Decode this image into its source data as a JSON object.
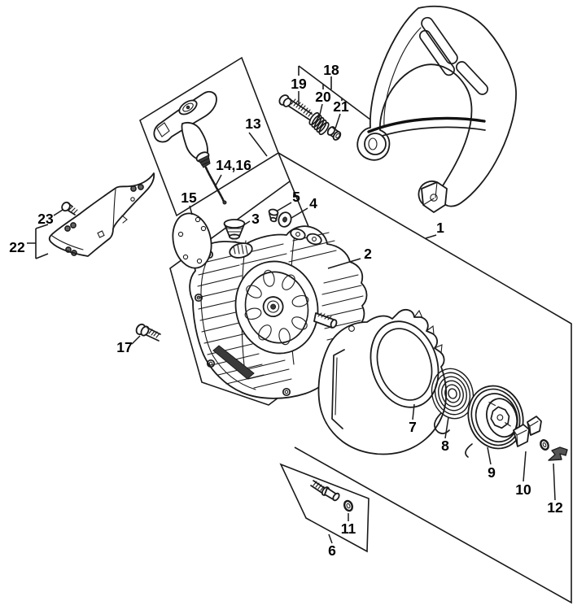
{
  "figure": {
    "kind": "exploded-parts-diagram",
    "background_color": "#ffffff",
    "line_color": "#1a1a1a",
    "text_color": "#000000"
  },
  "callouts": {
    "c1": "1",
    "c2": "2",
    "c3": "3",
    "c4": "4",
    "c5": "5",
    "c6": "6",
    "c7": "7",
    "c8": "8",
    "c9": "9",
    "c10": "10",
    "c11": "11",
    "c12": "12",
    "c13": "13",
    "c14_16": "14,16",
    "c15": "15",
    "c17": "17",
    "c18": "18",
    "c19": "19",
    "c20": "20",
    "c21": "21",
    "c22": "22",
    "c23": "23"
  }
}
